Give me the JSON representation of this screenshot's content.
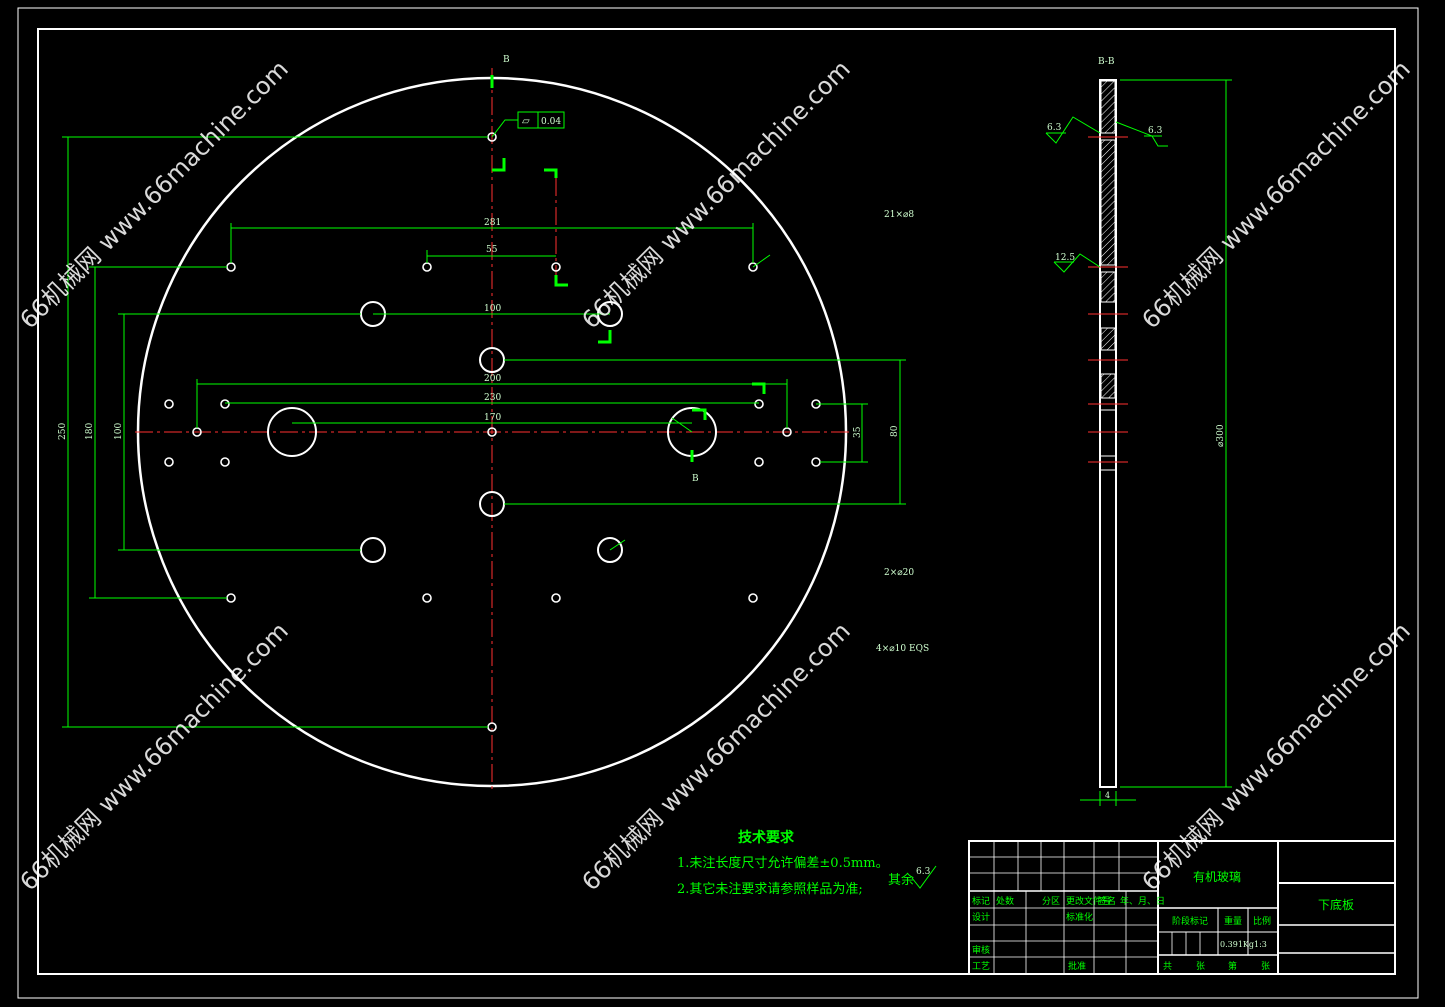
{
  "colors": {
    "background": "#000000",
    "outline": "#ffffff",
    "dimension": "#00ff00",
    "centerline": "#ff3030",
    "dim_text": "#d0ffd0",
    "note_text": "#00ff00",
    "watermark": "#ffffff"
  },
  "front_view": {
    "section_mark_top": "B",
    "section_mark_bottom": "B",
    "flatness_tolerance": "0.04",
    "flatness_symbol": "▱",
    "dims": {
      "d281": "281",
      "d55": "55",
      "d100": "100",
      "d200": "200",
      "d230": "230",
      "d170": "170",
      "d35": "35",
      "d80": "80",
      "d250": "250",
      "d180": "180",
      "d100v": "100"
    },
    "callouts": {
      "holes_small": "21×⌀8",
      "holes_large": "2×⌀20",
      "holes_mid": "4×⌀10 EQS"
    }
  },
  "section_view": {
    "label": "B-B",
    "roughness_left": "6.3",
    "roughness_right": "6.3",
    "roughness_mid": "12.5",
    "diameter": "⌀300",
    "thickness": "4"
  },
  "tech_requirements": {
    "title": "技术要求",
    "line1": "1.未注长度尺寸允许偏差±0.5mm。",
    "line2": "2.其它未注要求请参照样品为准;",
    "remaining_label": "其余",
    "remaining_value": "6.3"
  },
  "title_block": {
    "material": "有机玻璃",
    "part_name": "下底板",
    "row_labels": [
      "标记",
      "处数",
      "分区",
      "更改文件号",
      "签名",
      "年、月、日"
    ],
    "design": "设计",
    "standardize": "标准化",
    "review": "审核",
    "process": "工艺",
    "approve": "批准",
    "stage_mark": "阶段标记",
    "weight": "重量",
    "scale": "比例",
    "weight_value": "0.391Kg",
    "scale_value": "1:3",
    "sheets_total": "共",
    "sheets_word": "张",
    "sheet_no": "第",
    "sheet_word": "张"
  },
  "watermark": {
    "text": "66机械网 www.66machine.com"
  }
}
